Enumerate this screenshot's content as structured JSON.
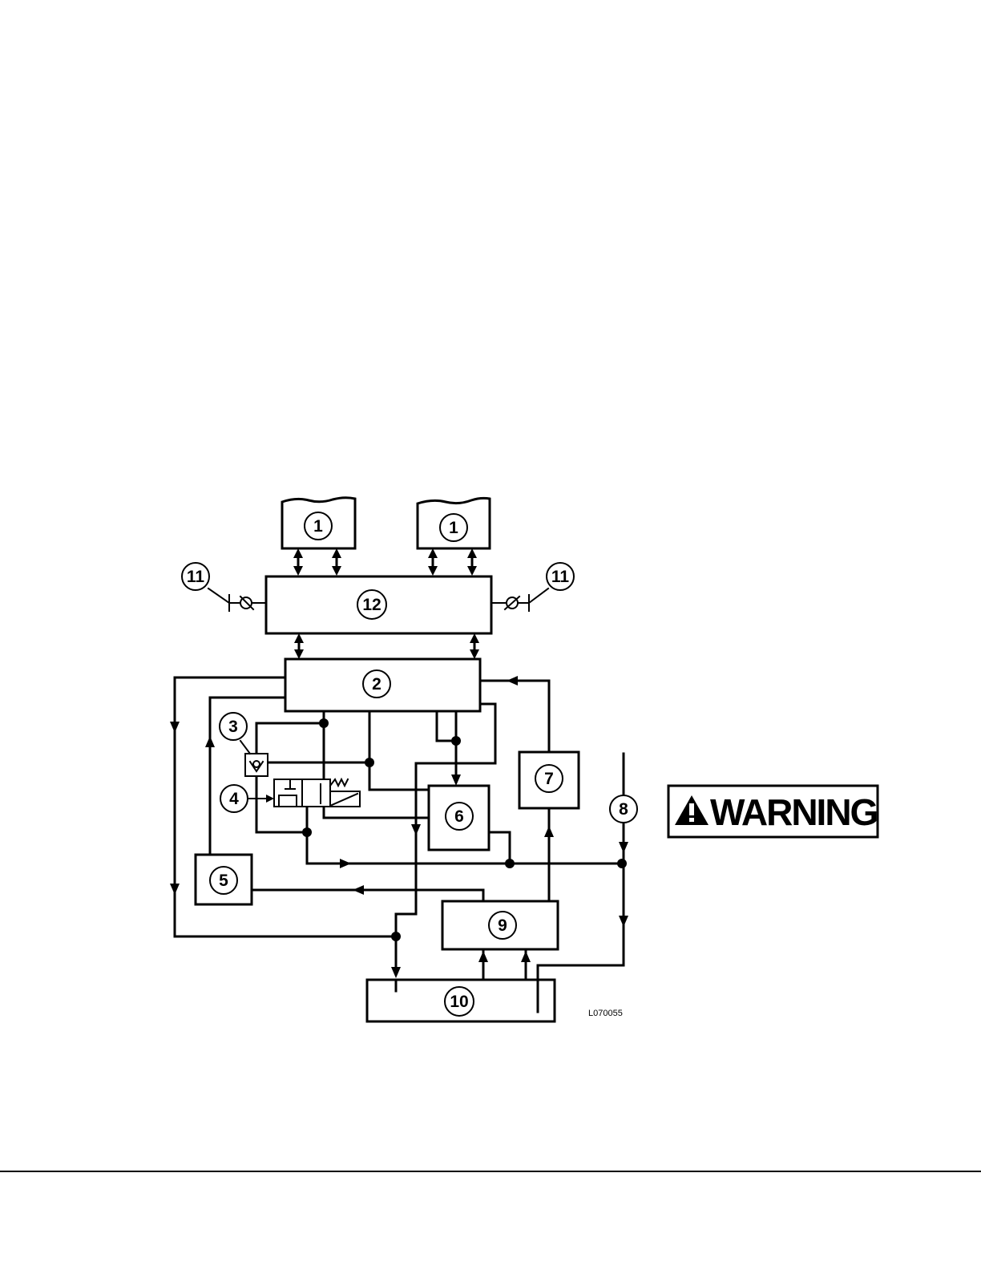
{
  "diagram": {
    "labels": {
      "reservoir_left": "1",
      "reservoir_right": "1",
      "valve_block": "12",
      "bleed_left": "11",
      "bleed_right": "11",
      "master_unit": "2",
      "check_valve": "3",
      "solenoid_valve": "4",
      "unit_5": "5",
      "unit_6": "6",
      "unit_7": "7",
      "line_8": "8",
      "pump": "9",
      "tank": "10"
    },
    "figure_code": "L070055"
  },
  "warning": {
    "label": "WARNING"
  }
}
